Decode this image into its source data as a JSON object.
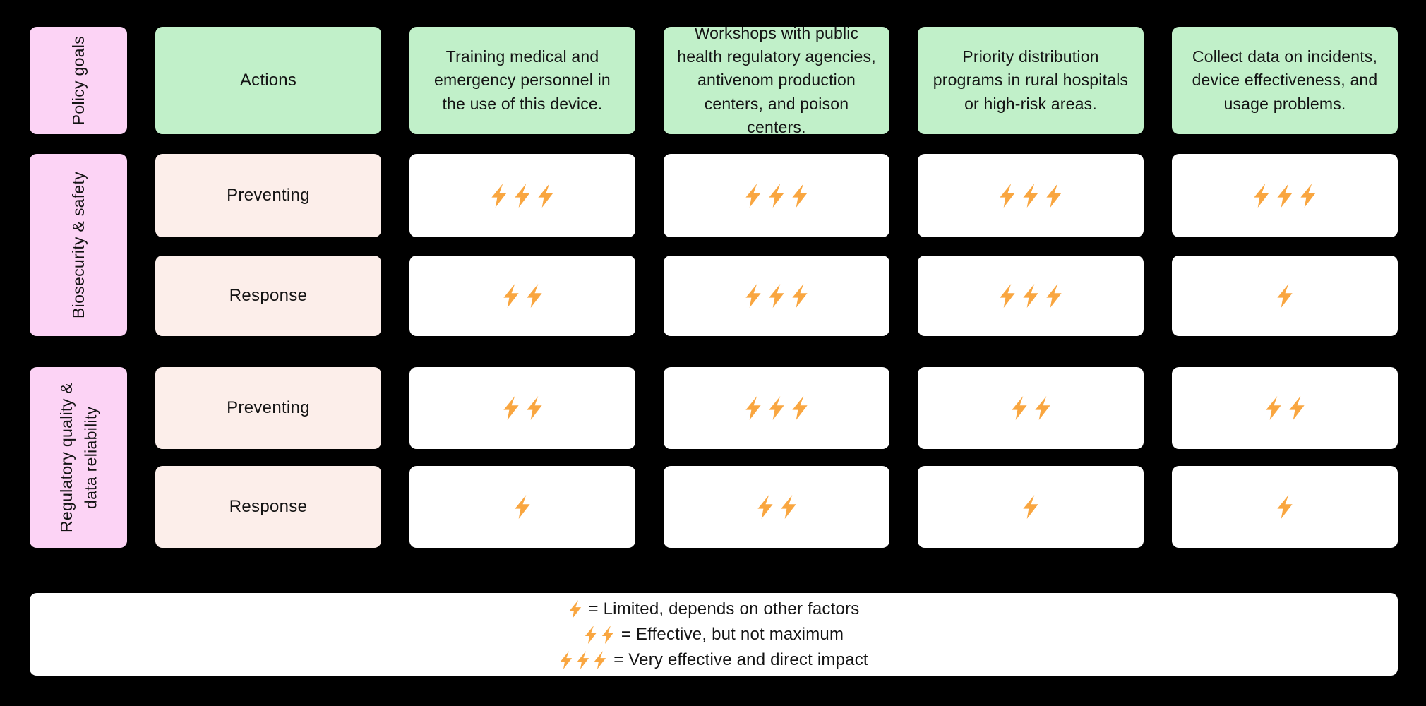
{
  "colors": {
    "background": "#000000",
    "side_label_bg": "#fcd3f5",
    "header_bg": "#c1f0c9",
    "row_label_bg": "#fceeea",
    "cell_bg": "#ffffff",
    "bolt": "#f9a640",
    "text": "#141414"
  },
  "header": {
    "corner_label": "Policy goals",
    "actions_label": "Actions",
    "columns": [
      "Training medical and emergency personnel in the use of this device.",
      "Workshops with public health regulatory agencies, antivenom production centers, and poison centers.",
      "Priority distribution programs in rural hospitals or high-risk areas.",
      "Collect data on incidents, device effectiveness, and usage problems."
    ]
  },
  "groups": [
    {
      "label": "Biosecurity & safety",
      "rows": [
        {
          "label": "Preventing",
          "ratings": [
            3,
            3,
            3,
            3
          ]
        },
        {
          "label": "Response",
          "ratings": [
            2,
            3,
            3,
            1
          ]
        }
      ]
    },
    {
      "label": "Regulatory quality & data reliability",
      "rows": [
        {
          "label": "Preventing",
          "ratings": [
            2,
            3,
            2,
            2
          ]
        },
        {
          "label": "Response",
          "ratings": [
            1,
            2,
            1,
            1
          ]
        }
      ]
    }
  ],
  "legend": {
    "items": [
      {
        "bolts": 1,
        "text": "= Limited, depends on other factors"
      },
      {
        "bolts": 2,
        "text": "= Effective, but not maximum"
      },
      {
        "bolts": 3,
        "text": "= Very effective and direct impact"
      }
    ]
  }
}
